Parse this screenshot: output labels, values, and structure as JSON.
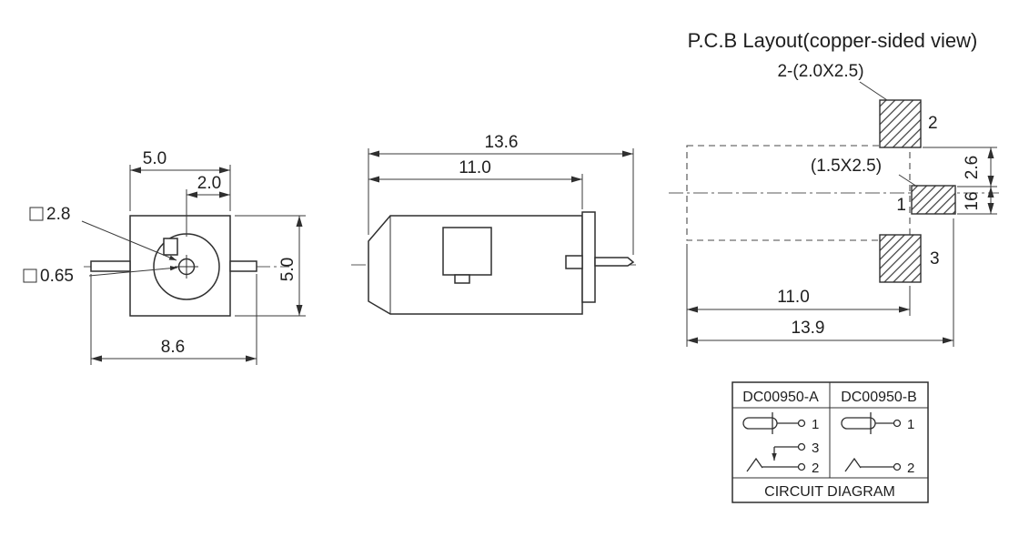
{
  "title": "P.C.B Layout(copper-sided view)",
  "front_view": {
    "dim_width_body": "5.0",
    "dim_pin_offset": "2.0",
    "dim_pin_square": "2.8",
    "dim_pin_tip": "0.65",
    "dim_height": "5.0",
    "dim_width_total": "8.6"
  },
  "side_view": {
    "dim_length_total": "13.6",
    "dim_length_body": "11.0"
  },
  "pcb_layout": {
    "note_pads": "2-(2.0X2.5)",
    "note_pad1": "(1.5X2.5)",
    "pad1_label": "1",
    "pad2_label": "2",
    "pad3_label": "3",
    "dim_vertical_upper": "2.6",
    "dim_vertical_lower": "16",
    "dim_inner": "11.0",
    "dim_total": "13.9"
  },
  "circuit_table": {
    "header_a": "DC00950-A",
    "header_b": "DC00950-B",
    "caption": "CIRCUIT DIAGRAM",
    "a_pins": [
      "1",
      "3",
      "2"
    ],
    "b_pins": [
      "1",
      "2"
    ]
  },
  "colors": {
    "line": "#2f2f2f",
    "background": "#ffffff"
  }
}
